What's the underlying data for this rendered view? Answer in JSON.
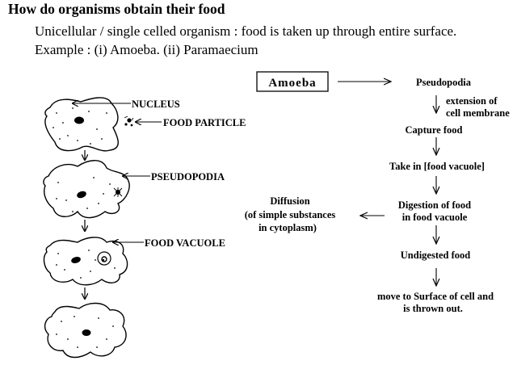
{
  "heading": {
    "title": "How do organisms obtain their food",
    "line1": "Unicellular / single celled organism : food is taken up through entire surface.",
    "line2": "Example : (i) Amoeba.    (ii) Paramaecium"
  },
  "left_labels": {
    "nucleus": "NUCLEUS",
    "food_particle": "FOOD PARTICLE",
    "pseudopodia": "PSEUDOPODIA",
    "food_vacuole": "FOOD VACUOLE"
  },
  "flow": {
    "box": "Amoeba",
    "pseudopodia": "Pseudopodia",
    "extension_1": "extension of",
    "extension_2": "cell membrane",
    "capture": "Capture food",
    "take_in": "Take in [food vacuole]",
    "digestion_1": "Digestion of food",
    "digestion_2": "in food vacuole",
    "diffusion_1": "Diffusion",
    "diffusion_2": "(of simple substances",
    "diffusion_3": "in cytoplasm)",
    "undigested": "Undigested food",
    "move_1": "move to Surface of cell and",
    "move_2": "is thrown out."
  }
}
